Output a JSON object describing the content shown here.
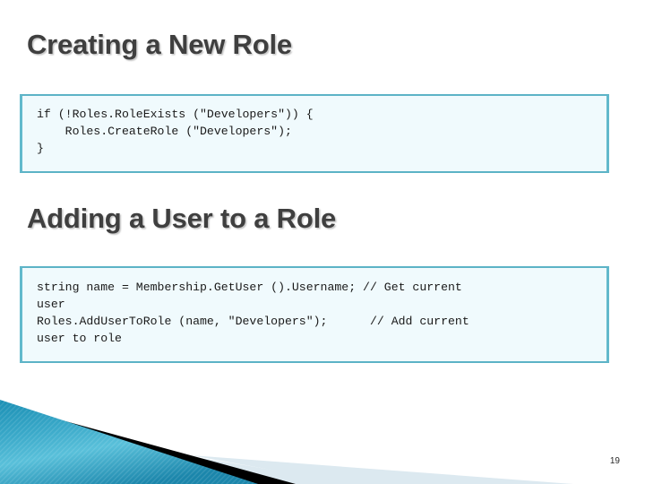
{
  "slide": {
    "background_color": "#ffffff",
    "page_number": "19"
  },
  "sections": [
    {
      "heading": "Creating a New Role",
      "code": "if (!Roles.RoleExists (\"Developers\")) {\n    Roles.CreateRole (\"Developers\");\n}"
    },
    {
      "heading": "Adding a User to a Role",
      "code": "string name = Membership.GetUser ().Username; // Get current\nuser\nRoles.AddUserToRole (name, \"Developers\");      // Add current\nuser to role"
    }
  ],
  "theme": {
    "heading_color": "#3f3f3f",
    "code_text_color": "#1a1a1a",
    "code_box_fill": "#f0fafd",
    "code_box_border": "#5cb3c6",
    "accent_blue_dark": "#1286ab",
    "accent_blue_light": "#53bcd8",
    "accent_black": "#000000",
    "accent_pale": "#dce9f0"
  },
  "decoration": {
    "name": "bottom-left-angled-banner"
  }
}
